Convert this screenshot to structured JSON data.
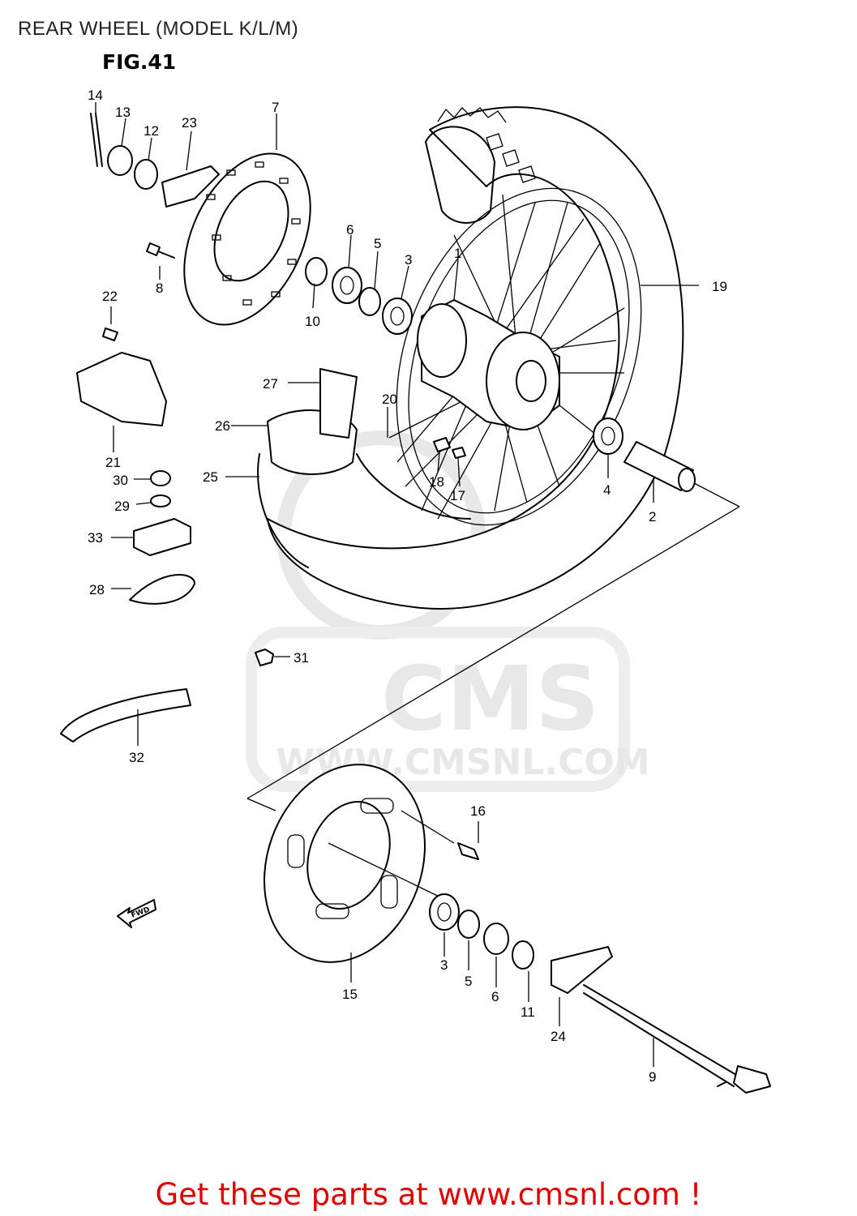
{
  "header": {
    "title": "REAR WHEEL (MODEL K/L/M)",
    "figure": "FIG.41"
  },
  "watermark": {
    "brand": "CMS",
    "url": "WWW.CMSNL.COM"
  },
  "direction_marker": "FWD",
  "callouts": [
    "1",
    "2",
    "3",
    "4",
    "5",
    "6",
    "7",
    "8",
    "9",
    "10",
    "11",
    "12",
    "13",
    "14",
    "15",
    "16",
    "17",
    "18",
    "19",
    "20",
    "21",
    "22",
    "23",
    "24",
    "25",
    "26",
    "27",
    "28",
    "29",
    "30",
    "31",
    "32",
    "33"
  ],
  "footer": {
    "cta": "Get these parts at www.cmsnl.com !",
    "color": "#e00000"
  }
}
